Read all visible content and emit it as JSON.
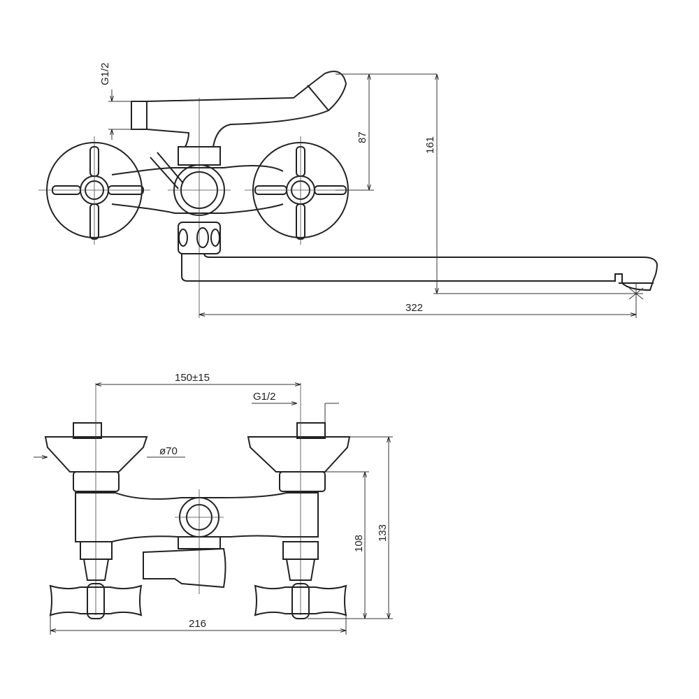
{
  "front_view": {
    "inlet_thread": "G1/2",
    "height_outlet": "87",
    "height_total": "161",
    "spout_reach": "322"
  },
  "bottom_view": {
    "center_distance": "150±15",
    "inlet_thread": "G1/2",
    "flange_diameter": "ø70",
    "height_body": "108",
    "height_total": "133",
    "overall_width": "216"
  }
}
